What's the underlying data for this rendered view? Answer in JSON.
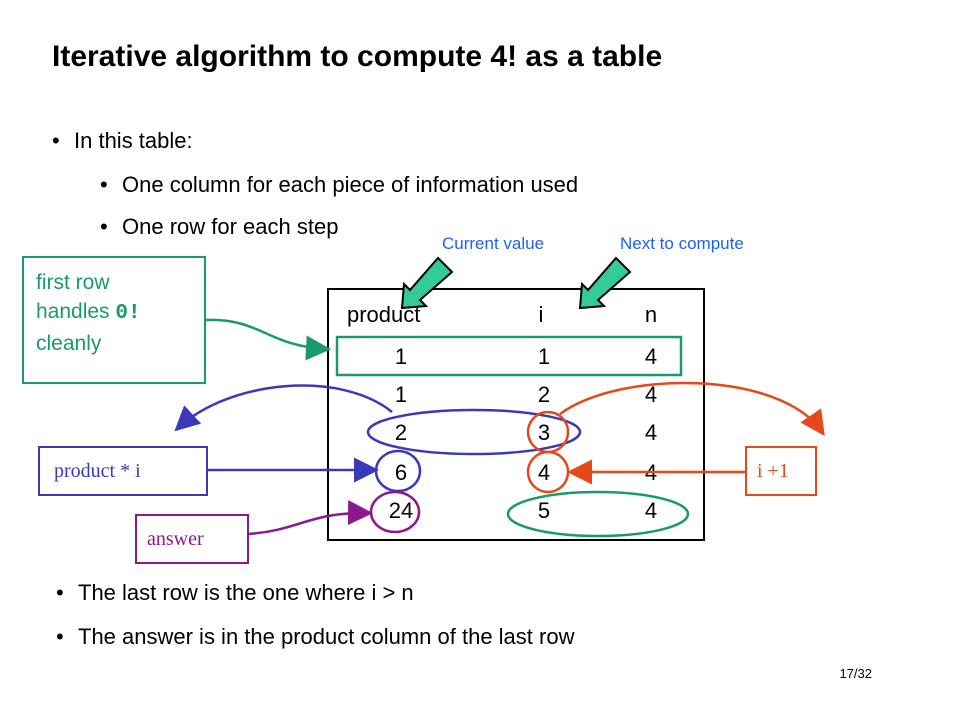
{
  "title": "Iterative algorithm to compute 4! as a table",
  "bullets": {
    "intro": "In this table:",
    "sub1": "One column for each piece of information used",
    "sub2": "One row for each step",
    "end1": "The last row is the one where i > n",
    "end2": "The answer is in the product column of the last row"
  },
  "bullet_symbol": "•",
  "callouts": {
    "current_value": "Current value",
    "next_to_compute": "Next to compute"
  },
  "table": {
    "headers": [
      "product",
      "i",
      "n"
    ],
    "rows": [
      [
        "1",
        "1",
        "4"
      ],
      [
        "1",
        "2",
        "4"
      ],
      [
        "2",
        "3",
        "4"
      ],
      [
        "6",
        "4",
        "4"
      ],
      [
        "24",
        "5",
        "4"
      ]
    ]
  },
  "notes": {
    "first_row_line1": "first row",
    "first_row_line2_text": "handles ",
    "first_row_line2_code": "0!",
    "first_row_line3": "cleanly",
    "product_times_i": "product * i",
    "i_plus_1": "i +1",
    "answer": "answer"
  },
  "page_number": "17/32",
  "colors": {
    "green": "#1a9a6a",
    "blue_callout": "#1f5fff",
    "blue": "#3a3ab8",
    "orange": "#e8471a",
    "purple": "#8c1a8c",
    "arrow_fill": "#33cc99"
  }
}
